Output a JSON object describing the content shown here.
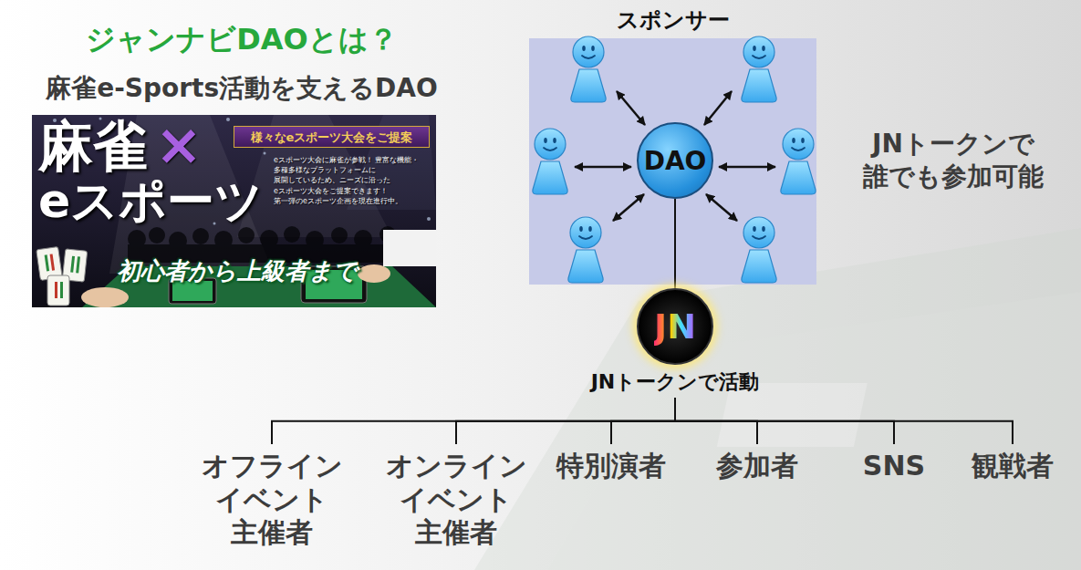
{
  "diagram": {
    "title": "ジャンナビDAOとは？",
    "nodes": [
      {
        "text": [
          "スポンサー"
        ]
      },
      {
        "text": [
          "DAO"
        ],
        "in": 0
      },
      {
        "text": [
          "JN",
          "JNトークンで活動"
        ]
      },
      {
        "text": [
          "オフライン イベント 主催者"
        ]
      },
      {
        "text": [
          "オンライン イベント 主催者"
        ]
      },
      {
        "text": [
          "特別演者"
        ]
      },
      {
        "text": [
          "参加者"
        ]
      },
      {
        "text": [
          "SNS"
        ]
      },
      {
        "text": [
          "観戦者"
        ]
      }
    ],
    "edges": [
      {
        "from": 1,
        "to": 2,
        "arrow": "none"
      },
      {
        "from": 2,
        "to": 3,
        "arrow": "none"
      },
      {
        "from": 2,
        "to": 4,
        "arrow": "none"
      },
      {
        "from": 2,
        "to": 5,
        "arrow": "none"
      },
      {
        "from": 2,
        "to": 6,
        "arrow": "none"
      },
      {
        "from": 2,
        "to": 7,
        "arrow": "none"
      },
      {
        "from": 2,
        "to": 8,
        "arrow": "none"
      }
    ],
    "labels": [
      "麻雀e-Sports活動を支えるDAO",
      "麻雀",
      "×",
      "eスポーツ",
      "様々なeスポーツ大会をご提案",
      "eスポーツ大会に麻雀が参戦！ 豊富な機能・多種多様なプラットフォームに 展開しているため、ニーズに沿った eスポーツ大会をご提案できます！ 第一弾のeスポーツ企画を現在進行中。",
      "初心者から上級者まで",
      "JNトークンで 誰でも参加可能"
    ]
  }
}
